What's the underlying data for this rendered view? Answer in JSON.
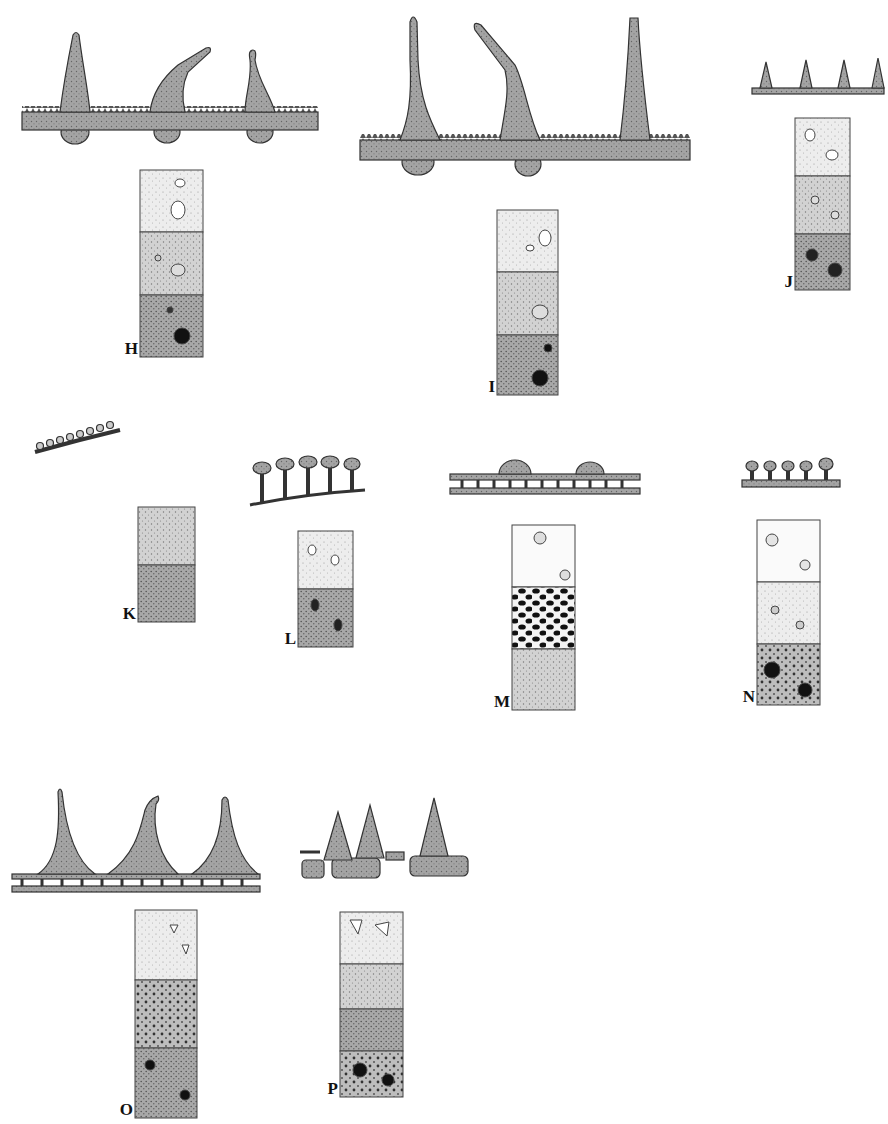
{
  "diagram": {
    "labels": [
      "H",
      "I",
      "J",
      "K",
      "L",
      "M",
      "N",
      "O",
      "P"
    ]
  }
}
